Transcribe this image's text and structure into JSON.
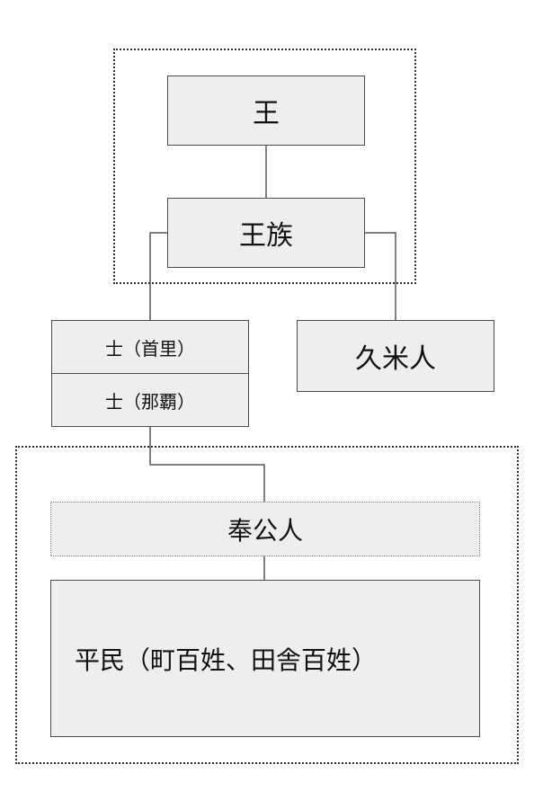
{
  "nodes": {
    "king": "王",
    "royal_family": "王族",
    "shi_shuri": "士（首里）",
    "shi_naha": "士（那覇）",
    "kumemura": "久米人",
    "hokonin": "奉公人",
    "commoners": "平民（町百姓、田舎百姓）"
  },
  "colors": {
    "box_fill": "#eeeeee",
    "box_border": "#4a4a4a",
    "line": "#555555",
    "group_border": "#333333"
  }
}
